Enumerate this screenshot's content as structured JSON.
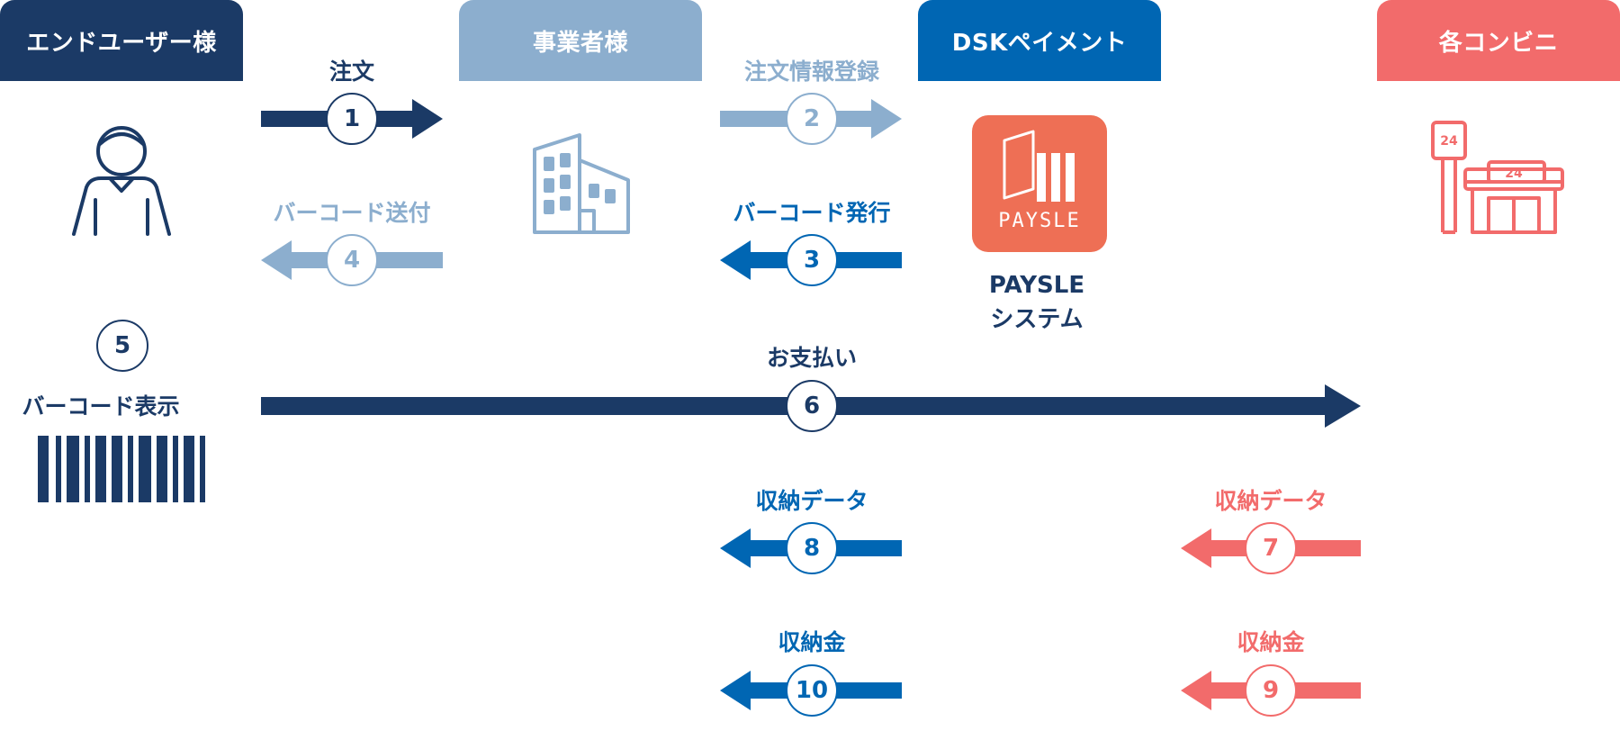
{
  "columns": {
    "end_user": {
      "label": "エンドユーザー様",
      "color": "#1b3a66"
    },
    "business": {
      "label": "事業者様",
      "color": "#8caece"
    },
    "dsk": {
      "label": "DSKペイメント",
      "color": "#0066b3"
    },
    "convenience": {
      "label": "各コンビニ",
      "color": "#f26b6b"
    }
  },
  "steps": [
    {
      "num": "1",
      "label": "注文"
    },
    {
      "num": "2",
      "label": "注文情報登録"
    },
    {
      "num": "3",
      "label": "バーコード発行"
    },
    {
      "num": "4",
      "label": "バーコード送付"
    },
    {
      "num": "5",
      "label": "バーコード表示"
    },
    {
      "num": "6",
      "label": "お支払い"
    },
    {
      "num": "7",
      "label": "収納データ"
    },
    {
      "num": "8",
      "label": "収納データ"
    },
    {
      "num": "9",
      "label": "収納金"
    },
    {
      "num": "10",
      "label": "収納金"
    }
  ],
  "paysle": {
    "logo_text": "PAYSLE",
    "system_line1": "PAYSLE",
    "system_line2": "システム"
  },
  "store_sign": "24",
  "icons": [
    "person-icon",
    "building-icon",
    "paysle-logo-icon",
    "convenience-store-icon",
    "barcode-icon"
  ]
}
